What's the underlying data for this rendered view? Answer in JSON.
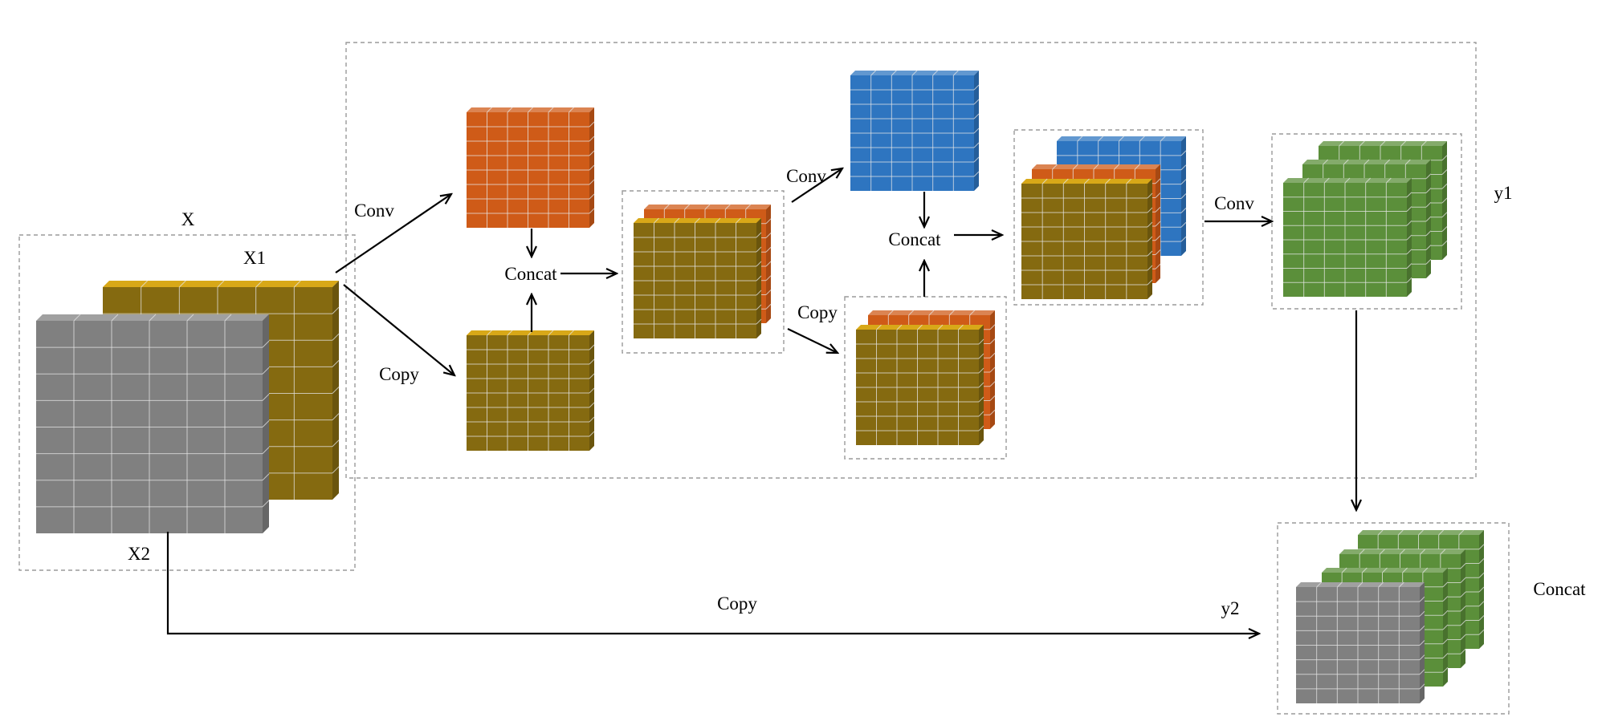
{
  "colors": {
    "gray": "#808080",
    "olive": "#856a10",
    "orange": "#cf5b18",
    "blue": "#2e75c0",
    "green": "#5b8f3a",
    "gold_top": "#d8a818"
  },
  "labels": {
    "x": "X",
    "x1": "X1",
    "x2": "X2",
    "conv_1": "Conv",
    "copy_1": "Copy",
    "concat_1": "Concat",
    "conv_2": "Conv",
    "copy_2": "Copy",
    "concat_2": "Concat",
    "conv_3": "Conv",
    "y1": "y1",
    "copy_bottom": "Copy",
    "y2": "y2",
    "concat_final": "Concat"
  }
}
